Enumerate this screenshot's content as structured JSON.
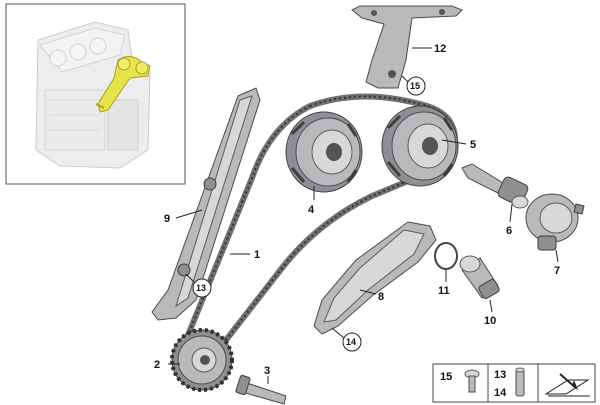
{
  "callouts": {
    "c1": "1",
    "c2": "2",
    "c3": "3",
    "c4": "4",
    "c5": "5",
    "c6": "6",
    "c7": "7",
    "c8": "8",
    "c9": "9",
    "c10": "10",
    "c11": "11",
    "c12": "12",
    "c13": "13",
    "c14": "14",
    "c15": "15"
  },
  "legend": {
    "item15": "15",
    "item13": "13",
    "item14": "14"
  },
  "colors": {
    "highlight": "#e6e24a",
    "metal": "#b7b9bb",
    "chain": "#6e7072",
    "engine_ghost": "#e4e4e4"
  },
  "icons": [
    "engine-overview-thumbnail",
    "screw-icon",
    "pin-icon",
    "gasket-symbol-icon"
  ]
}
